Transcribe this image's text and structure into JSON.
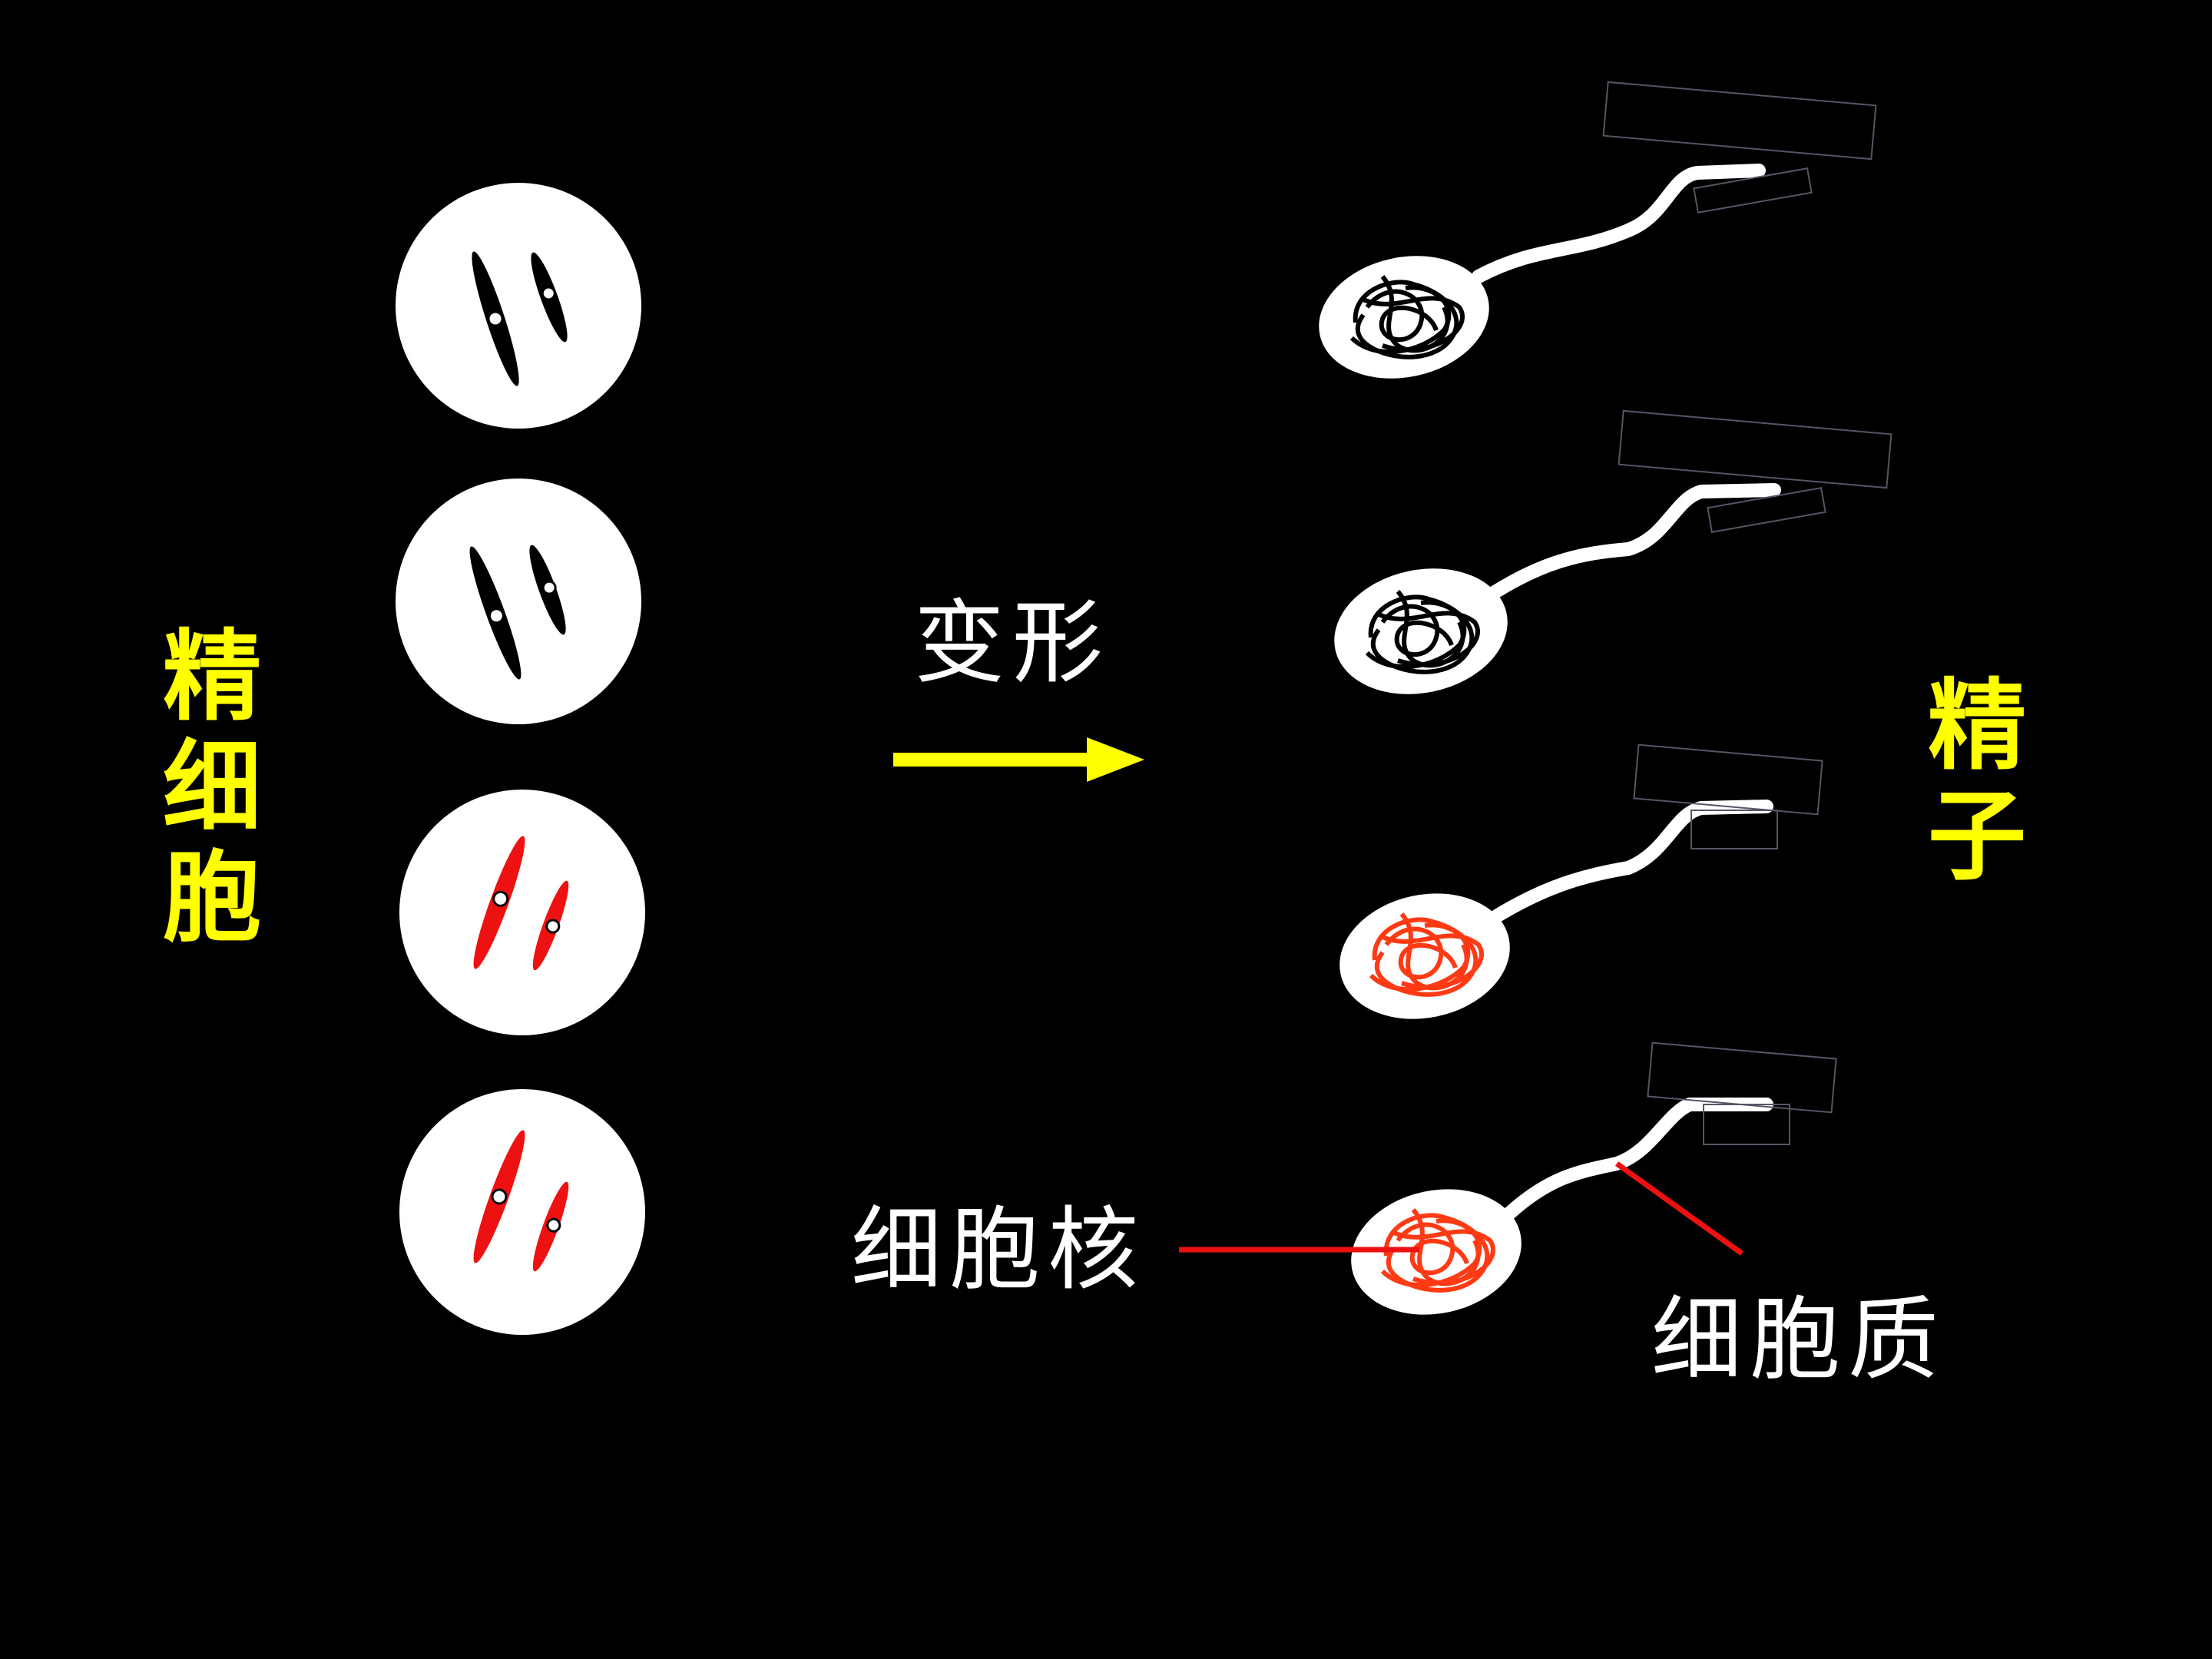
{
  "labels": {
    "spermatid_chars": [
      "精",
      "细",
      "胞"
    ],
    "transform": "变形",
    "sperm_chars": [
      "精",
      "子"
    ],
    "nucleus": "细胞核",
    "cytoplasm": "细胞质"
  },
  "colors": {
    "background": "#000000",
    "cell": "#ffffff",
    "chromosome_black": "#000000",
    "chromosome_red": "#ee1111",
    "nucleus_red": "#ff3a14",
    "label_yellow": "#ffff00",
    "arrow_yellow": "#ffff00",
    "pointer_red": "#ee1111",
    "box_outline": "#555566"
  },
  "icons": {
    "arrow": "right-arrow-icon"
  }
}
